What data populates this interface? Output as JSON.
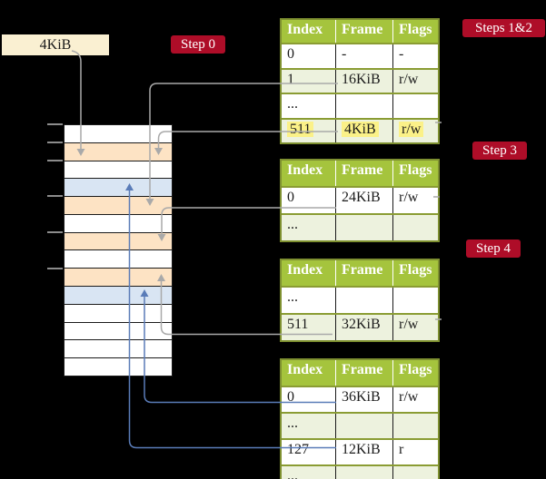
{
  "frame_box": {
    "label": "4KiB"
  },
  "badges": {
    "step0": "Step 0",
    "steps12": "Steps 1&2",
    "step3": "Step 3",
    "step4": "Step 4"
  },
  "memory": {
    "rows": [
      {
        "color": "white"
      },
      {
        "color": "peach"
      },
      {
        "color": "white"
      },
      {
        "color": "blue"
      },
      {
        "color": "peach"
      },
      {
        "color": "white"
      },
      {
        "color": "peach"
      },
      {
        "color": "white"
      },
      {
        "color": "peach"
      },
      {
        "color": "blue"
      },
      {
        "color": "white"
      },
      {
        "color": "white"
      },
      {
        "color": "white"
      },
      {
        "color": "white"
      }
    ]
  },
  "tables": {
    "t1": {
      "headers": [
        "Index",
        "Frame",
        "Flags"
      ],
      "rows": [
        {
          "index": "0",
          "frame": "-",
          "flags": "-",
          "shade": "white"
        },
        {
          "index": "1",
          "frame": "16KiB",
          "flags": "r/w",
          "shade": "green"
        },
        {
          "index": "...",
          "frame": "",
          "flags": "",
          "shade": "white"
        },
        {
          "index": "511",
          "frame": "4KiB",
          "flags": "r/w",
          "shade": "green",
          "highlighted": true
        }
      ]
    },
    "t2": {
      "headers": [
        "Index",
        "Frame",
        "Flags"
      ],
      "rows": [
        {
          "index": "0",
          "frame": "24KiB",
          "flags": "r/w",
          "shade": "white"
        },
        {
          "index": "...",
          "frame": "",
          "flags": "",
          "shade": "green"
        }
      ]
    },
    "t3": {
      "headers": [
        "Index",
        "Frame",
        "Flags"
      ],
      "rows": [
        {
          "index": "...",
          "frame": "",
          "flags": "",
          "shade": "white"
        },
        {
          "index": "511",
          "frame": "32KiB",
          "flags": "r/w",
          "shade": "green"
        }
      ]
    },
    "t4": {
      "headers": [
        "Index",
        "Frame",
        "Flags"
      ],
      "rows": [
        {
          "index": "0",
          "frame": "36KiB",
          "flags": "r/w",
          "shade": "white"
        },
        {
          "index": "...",
          "frame": "",
          "flags": "",
          "shade": "green"
        },
        {
          "index": "127",
          "frame": "12KiB",
          "flags": "r",
          "shade": "white"
        },
        {
          "index": "...",
          "frame": "",
          "flags": "",
          "shade": "green"
        }
      ]
    }
  },
  "colors": {
    "badge_red": "#ae0d28",
    "table_header_green": "#a5c43d",
    "table_border_olive": "#7e9030",
    "row_green": "#edf2de",
    "highlight_yellow": "#fbf188",
    "frame_box_cream": "#faf0d2",
    "memory_peach": "#fde3c4",
    "memory_blue": "#d9e5f3",
    "arrow_gray": "#a9a9a9",
    "arrow_blue": "#5a7cb8"
  }
}
